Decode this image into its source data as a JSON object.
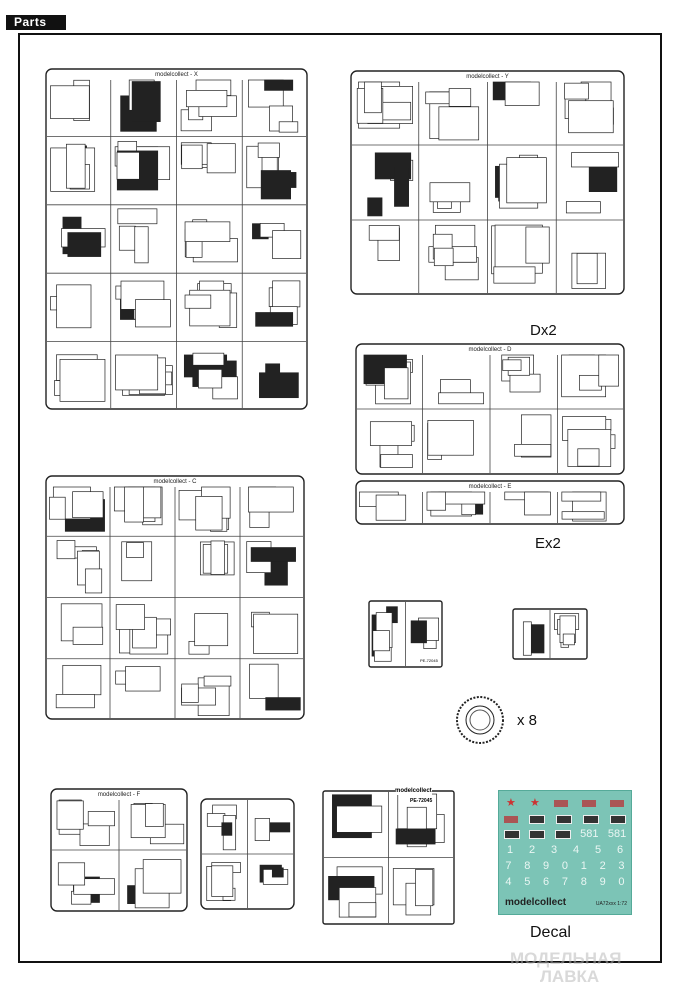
{
  "header": {
    "title": "Parts"
  },
  "sprues": [
    {
      "id": "X",
      "brand": "modelcollect"
    },
    {
      "id": "Y",
      "brand": "modelcollect"
    },
    {
      "id": "D",
      "brand": "modelcollect",
      "qty_label": "Dx2"
    },
    {
      "id": "E",
      "brand": "modelcollect",
      "qty_label": "Ex2"
    },
    {
      "id": "C",
      "brand": "modelcollect"
    },
    {
      "id": "F",
      "brand": "modelcollect"
    }
  ],
  "photo_etch": {
    "small_code": "PE-72045",
    "big_code": "PE-72045",
    "brand": "modelcollect"
  },
  "wheel": {
    "qty_label": "x 8"
  },
  "decal": {
    "label": "Decal",
    "brand": "modelcollect",
    "code": "UA72xxx 1:72",
    "numbers_row1": [
      "581",
      "581"
    ],
    "digits_row1": [
      "1",
      "2",
      "3",
      "4",
      "5",
      "6"
    ],
    "digits_row2": [
      "7",
      "8",
      "9",
      "0",
      "1",
      "2",
      "3"
    ],
    "digits_row3": [
      "4",
      "5",
      "6",
      "7",
      "8",
      "9",
      "0"
    ]
  },
  "watermark": {
    "line1": "МОДЕЛЬНАЯ",
    "line2": "ЛАВКА"
  }
}
